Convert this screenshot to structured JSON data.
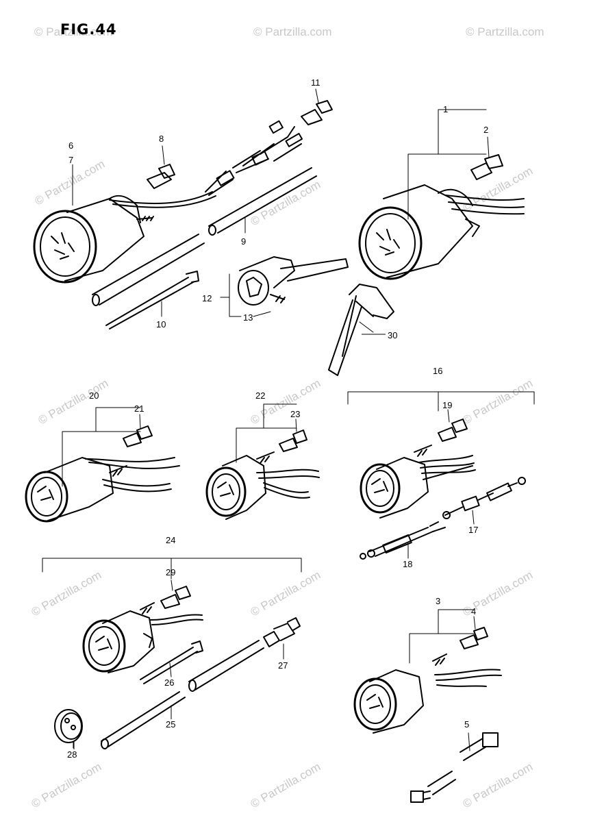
{
  "figure": {
    "title": "FIG.44"
  },
  "watermark": {
    "text": "© Partzilla.com"
  },
  "callouts": {
    "c1": "1",
    "c2": "2",
    "c3": "3",
    "c4": "4",
    "c5": "5",
    "c6": "6",
    "c7": "7",
    "c8": "8",
    "c9": "9",
    "c10": "10",
    "c11": "11",
    "c12": "12",
    "c13": "13",
    "c16": "16",
    "c17": "17",
    "c18": "18",
    "c19": "19",
    "c20": "20",
    "c21": "21",
    "c22": "22",
    "c23": "23",
    "c24": "24",
    "c25": "25",
    "c26": "26",
    "c27": "27",
    "c28": "28",
    "c29": "29",
    "c30": "30"
  }
}
